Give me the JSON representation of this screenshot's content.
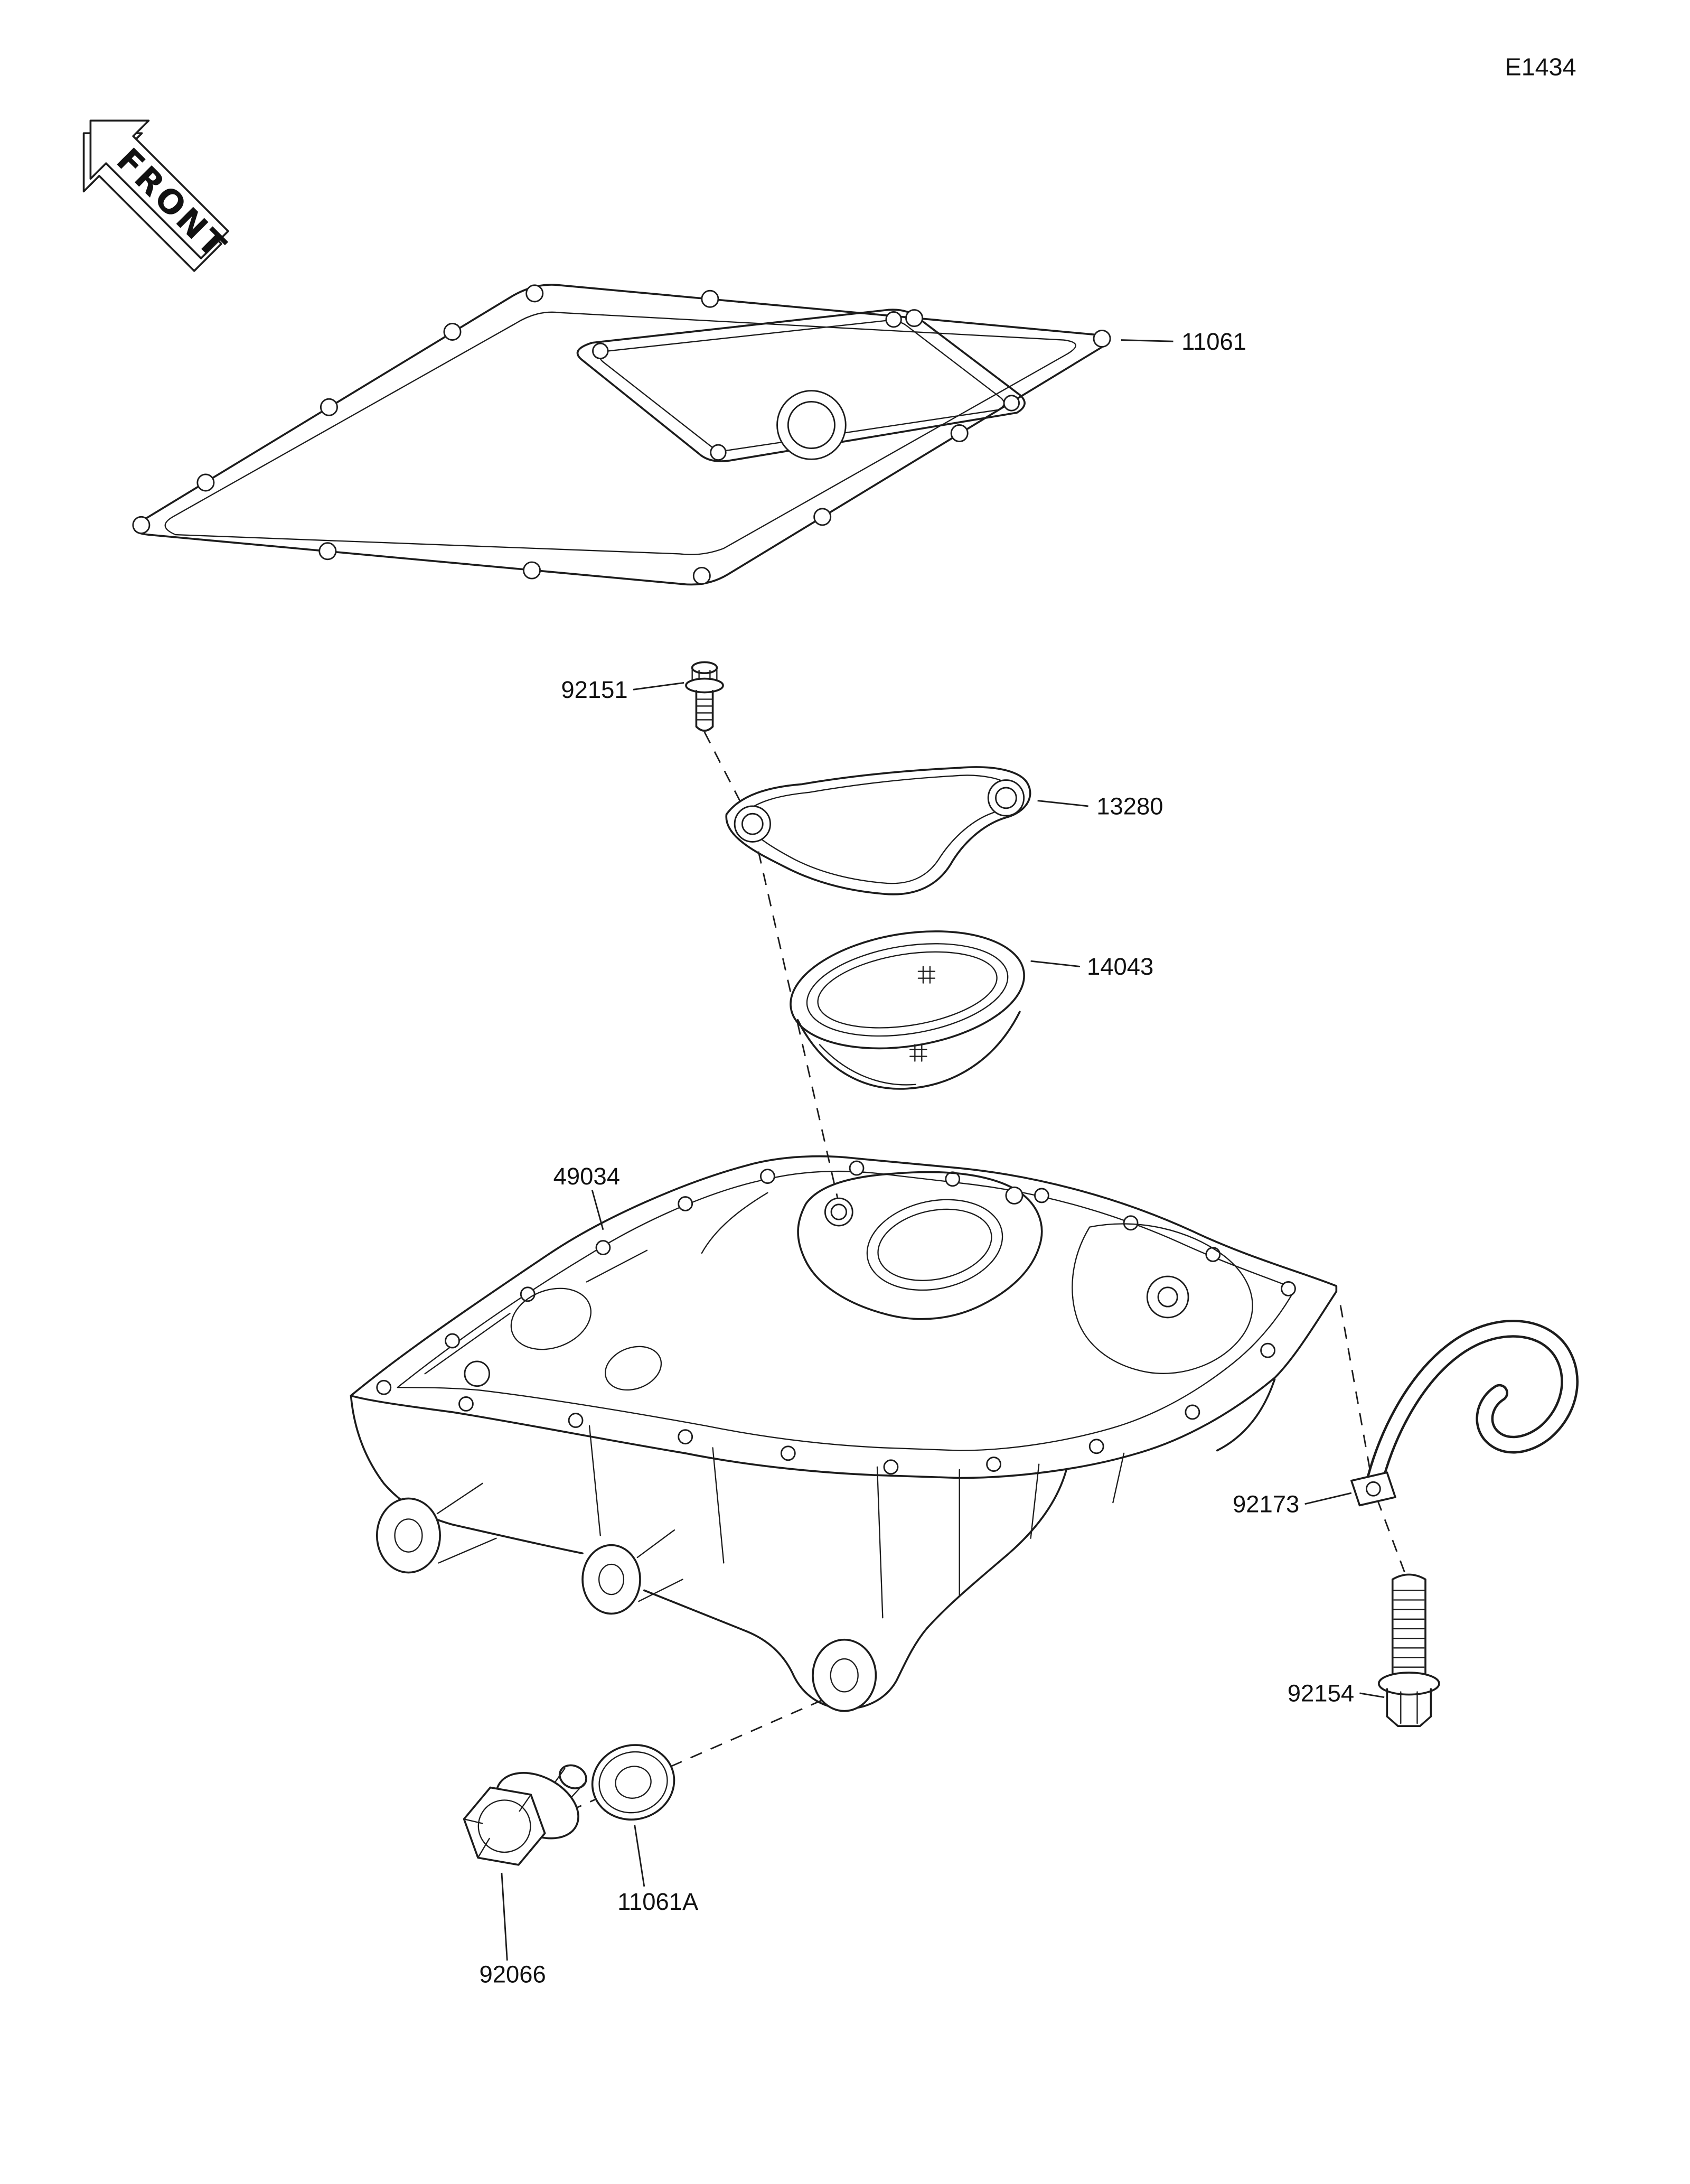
{
  "diagram": {
    "code": "E1434",
    "front_arrow_label": "FRONT"
  },
  "part_labels": {
    "oil_pan_gasket": "11061",
    "screen_bolt": "92151",
    "screen_gasket": "13280",
    "oil_screen": "14043",
    "oil_pan": "49034",
    "clamp": "92173",
    "clamp_bolt": "92154",
    "drain_washer": "11061A",
    "drain_plug": "92066"
  }
}
